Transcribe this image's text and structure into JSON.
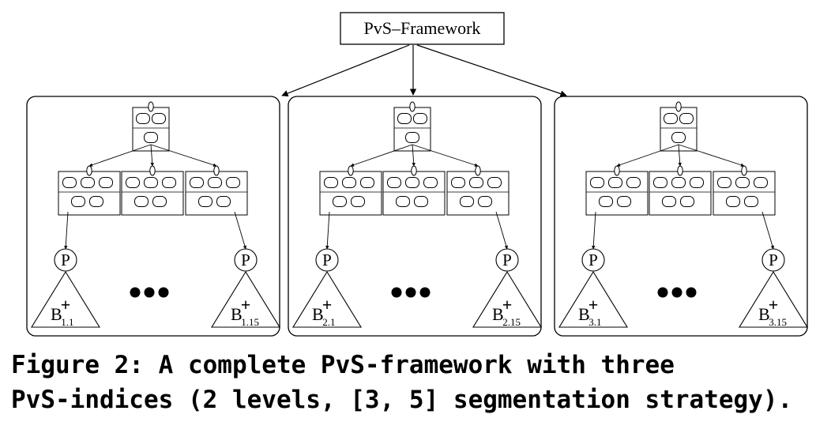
{
  "root": {
    "label": "PvS–Framework"
  },
  "p_label": "P",
  "indices": [
    {
      "btrees": [
        {
          "base": "B",
          "sup": "+",
          "sub": "1.1"
        },
        {
          "base": "B",
          "sup": "+",
          "sub": "1.15"
        }
      ]
    },
    {
      "btrees": [
        {
          "base": "B",
          "sup": "+",
          "sub": "2.1"
        },
        {
          "base": "B",
          "sup": "+",
          "sub": "2.15"
        }
      ]
    },
    {
      "btrees": [
        {
          "base": "B",
          "sup": "+",
          "sub": "3.1"
        },
        {
          "base": "B",
          "sup": "+",
          "sub": "3.15"
        }
      ]
    }
  ],
  "caption": {
    "line1": "Figure 2:  A complete PvS-framework with three",
    "line2": "PvS-indices (2 levels, [3, 5] segmentation strategy)."
  }
}
